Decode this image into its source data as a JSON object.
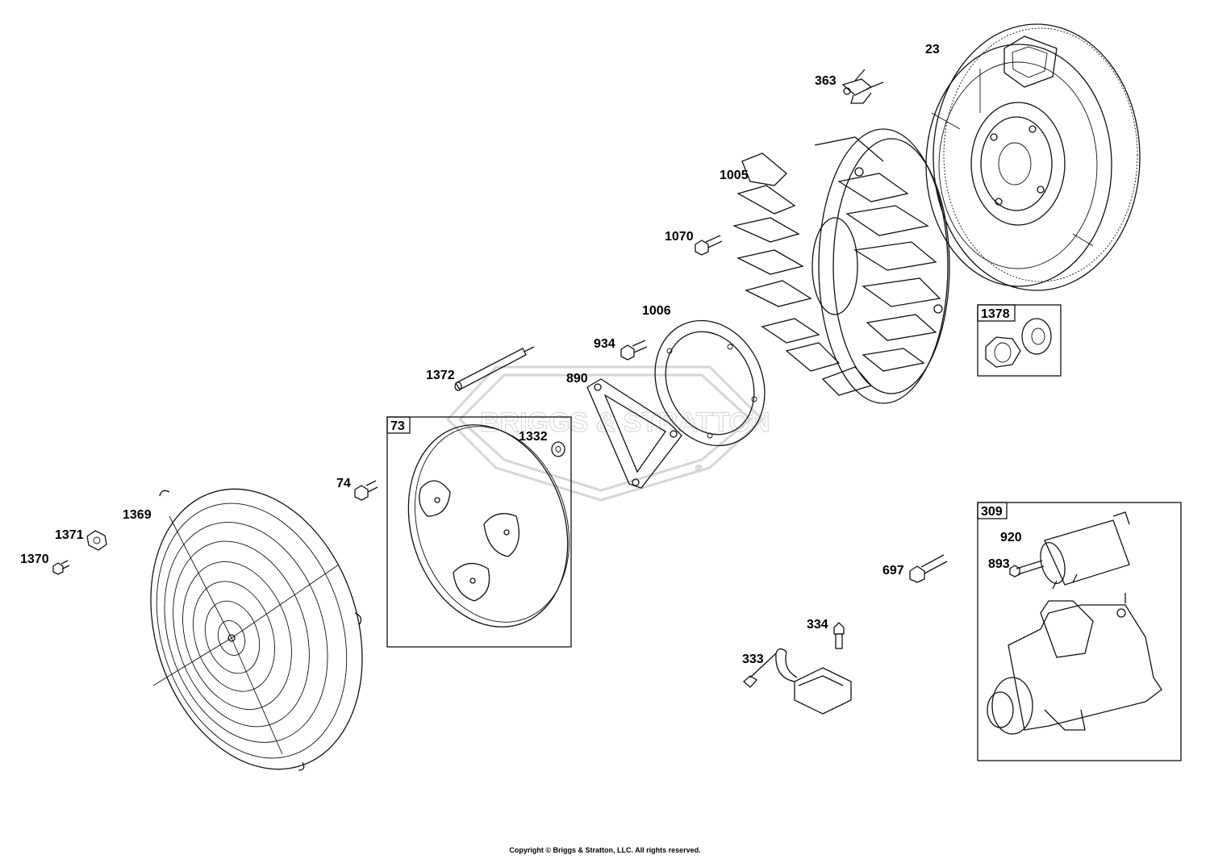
{
  "watermark": {
    "text": "BRIGGS & STRATTON",
    "registered": "®"
  },
  "copyright": "Copyright © Briggs & Stratton, LLC. All rights reserved.",
  "labels": {
    "p23": "23",
    "p363": "363",
    "p1005": "1005",
    "p1070": "1070",
    "p1006": "1006",
    "p934": "934",
    "p1372": "1372",
    "p890": "890",
    "p1332": "1332",
    "p74": "74",
    "p1369": "1369",
    "p1371": "1371",
    "p1370": "1370",
    "p697": "697",
    "p920": "920",
    "p893": "893",
    "p334": "334",
    "p333": "333"
  },
  "boxes": {
    "b73": "73",
    "b1378": "1378",
    "b309": "309"
  }
}
